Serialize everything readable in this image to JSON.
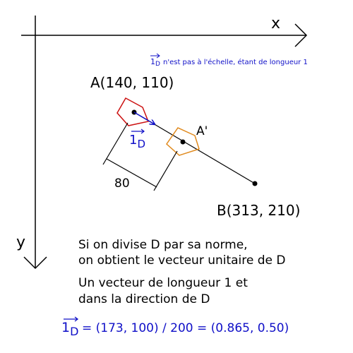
{
  "axes": {
    "x_label": "x",
    "y_label": "y"
  },
  "points": {
    "A": "A(140, 110)",
    "B": "B(313, 210)",
    "A_prime": "A'"
  },
  "measurement": {
    "distance_label": "80"
  },
  "unit_vector": {
    "symbol": "1",
    "subscript": "D",
    "scale_note": "n'est pas à l'échelle, étant de longueur 1"
  },
  "explanation": {
    "line1": "Si on divise D par sa norme,",
    "line2": "on obtient le vecteur unitaire de D",
    "line3": "Un vecteur de longueur 1 et",
    "line4": "dans la direction de D"
  },
  "formula": {
    "symbol": "1",
    "subscript": "D",
    "expression": "= (173, 100) / 200 = (0.865, 0.50)"
  },
  "colors": {
    "axis": "#000000",
    "segment": "#000000",
    "unit_vector": "#1010c8",
    "shape_at_A": "#cc1111",
    "shape_at_A_prime": "#e08a1e"
  }
}
